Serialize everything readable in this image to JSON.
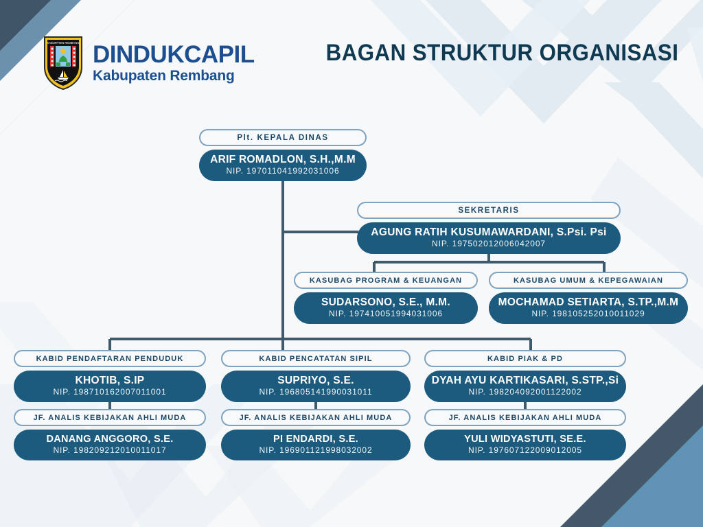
{
  "header": {
    "brand_main": "DINDUKCAPIL",
    "brand_sub": "Kabupaten Rembang",
    "crest_label": "KABUPATEN REMBANG",
    "title": "BAGAN STRUKTUR ORGANISASI"
  },
  "colors": {
    "pill_fill": "#1d5b7e",
    "pill_outline_border": "#7fa3bf",
    "title_navy": "#103a52",
    "brand_blue": "#1d4e8f",
    "connector": "#3f5a6b",
    "corner_steel": "#6b91ad",
    "corner_slate": "#44586a",
    "corner_navy": "#1d3d52",
    "watermark": "#dde8f0",
    "background": "#f7f8f9"
  },
  "nodes": {
    "kepala_dinas": {
      "title": "Plt. KEPALA DINAS",
      "name": "ARIF ROMADLON, S.H.,M.M",
      "nip": "NIP. 197011041992031006"
    },
    "sekretaris": {
      "title": "SEKRETARIS",
      "name": "AGUNG RATIH KUSUMAWARDANI, S.Psi. Psi",
      "nip": "NIP. 197502012006042007"
    },
    "kasubag_program": {
      "title": "KASUBAG PROGRAM & KEUANGAN",
      "name": "SUDARSONO, S.E., M.M.",
      "nip": "NIP. 197410051994031006"
    },
    "kasubag_umum": {
      "title": "KASUBAG UMUM & KEPEGAWAIAN",
      "name": "MOCHAMAD SETIARTA, S.TP.,M.M",
      "nip": "NIP. 198105252010011029"
    },
    "kabid_pendaftaran": {
      "title": "KABID PENDAFTARAN PENDUDUK",
      "name": "KHOTIB, S.IP",
      "nip": "NIP. 198710162007011001"
    },
    "kabid_pencatatan": {
      "title": "KABID PENCATATAN SIPIL",
      "name": "SUPRIYO, S.E.",
      "nip": "NIP. 196805141990031011"
    },
    "kabid_piak": {
      "title": "KABID PIAK & PD",
      "name": "DYAH AYU KARTIKASARI, S.STP.,Si",
      "nip": "NIP. 198204092001122002"
    },
    "jf_1": {
      "title": "JF. ANALIS KEBIJAKAN AHLI MUDA",
      "name": "DANANG ANGGORO, S.E.",
      "nip": "NIP. 198209212010011017"
    },
    "jf_2": {
      "title": "JF. ANALIS KEBIJAKAN AHLI MUDA",
      "name": "PI ENDARDI, S.E.",
      "nip": "NIP. 196901121998032002"
    },
    "jf_3": {
      "title": "JF. ANALIS KEBIJAKAN AHLI MUDA",
      "name": "YULI WIDYASTUTI, SE.E.",
      "nip": "NIP. 197607122009012005"
    }
  }
}
